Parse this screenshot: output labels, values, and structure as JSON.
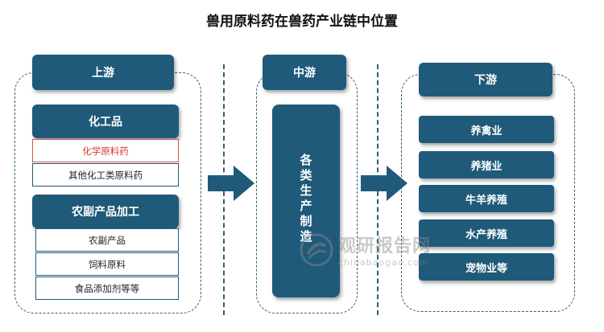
{
  "title": "兽用原料药在兽药产业链中位置",
  "upstream": {
    "header": "上游",
    "group1": {
      "label": "化工品",
      "items": [
        "化学原料药",
        "其他化工类原料药"
      ]
    },
    "group2": {
      "label": "农副产品加工",
      "items": [
        "农副产品",
        "饲料原料",
        "食品添加剂等等"
      ]
    }
  },
  "midstream": {
    "header": "中游",
    "content": "各类生产制造"
  },
  "downstream": {
    "header": "下游",
    "items": [
      "养禽业",
      "养猪业",
      "牛羊养殖",
      "水产养殖",
      "宠物业等"
    ]
  },
  "watermark": {
    "cn": "观研报告网",
    "en": "chinabaogao.com"
  },
  "colors": {
    "primary": "#1f5a7a",
    "highlight": "#d33a31",
    "dash": "#2d5f7d"
  }
}
